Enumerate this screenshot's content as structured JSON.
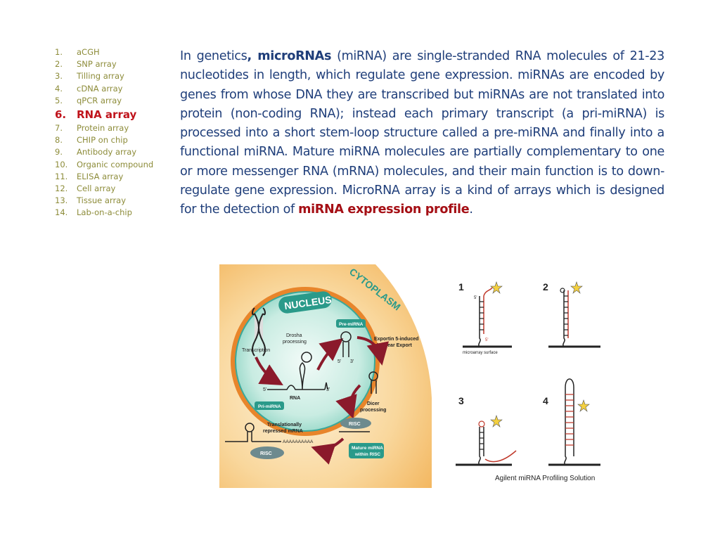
{
  "nav": {
    "items": [
      {
        "num": "1.",
        "label": "aCGH"
      },
      {
        "num": "2.",
        "label": "SNP array"
      },
      {
        "num": "3.",
        "label": "Tilling array"
      },
      {
        "num": "4.",
        "label": "cDNA array"
      },
      {
        "num": "5.",
        "label": "qPCR array"
      },
      {
        "num": "6.",
        "label": "RNA array",
        "active": true
      },
      {
        "num": "7.",
        "label": "Protein array"
      },
      {
        "num": "8.",
        "label": "CHIP on chip"
      },
      {
        "num": "9.",
        "label": "Antibody array"
      },
      {
        "num": "10.",
        "label": "Organic compound"
      },
      {
        "num": "11.",
        "label": "ELISA array"
      },
      {
        "num": "12.",
        "label": "Cell array"
      },
      {
        "num": "13.",
        "label": "Tissue array"
      },
      {
        "num": "14.",
        "label": "Lab-on-a-chip"
      }
    ]
  },
  "paragraph": {
    "intro": "In genetics",
    "term": ", microRNAs",
    "body": " (miRNA) are single-stranded RNA molecules of 21-23 nucleotides in length, which regulate gene expression. miRNAs are encoded by genes from whose DNA they are transcribed but miRNAs are not translated into protein (non-coding RNA); instead each primary transcript (a pri-miRNA) is processed into a short stem-loop structure called a pre-miRNA and finally into a functional miRNA. Mature miRNA molecules are partially complementary to one or more messenger RNA (mRNA) molecules, and their main function is to down-regulate gene expression. MicroRNA array is a kind of arrays which is designed for the detection of ",
    "highlight": "miRNA expression profile",
    "end": "."
  },
  "diagram": {
    "cytoplasm": "CYTOPLASM",
    "nucleus": "NUCLEUS",
    "transcription": [
      "Transcription"
    ],
    "drosha": [
      "Drosha",
      "processing"
    ],
    "rna": "RNA",
    "pri_mirna": "Pri-miRNA",
    "pre_mirna": "Pre-miRNA",
    "exportin": [
      "Exportin 5-induced",
      "Nuclear Export"
    ],
    "dicer": [
      "Dicer",
      "processing"
    ],
    "risc": "RISC",
    "risc2": "RISC",
    "repressed": [
      "Translationally",
      "repressed mRNA"
    ],
    "poly_a": "AAAAAAAAAA",
    "mature": [
      "Mature miRNA",
      "within RISC"
    ],
    "five_prime": "5'",
    "three_prime": "3'"
  },
  "profiling": {
    "steps": [
      "1",
      "2",
      "3",
      "4"
    ],
    "surface": "microarray surface",
    "five_prime": "5'",
    "caption": "Agilent miRNA Profiling Solution"
  }
}
